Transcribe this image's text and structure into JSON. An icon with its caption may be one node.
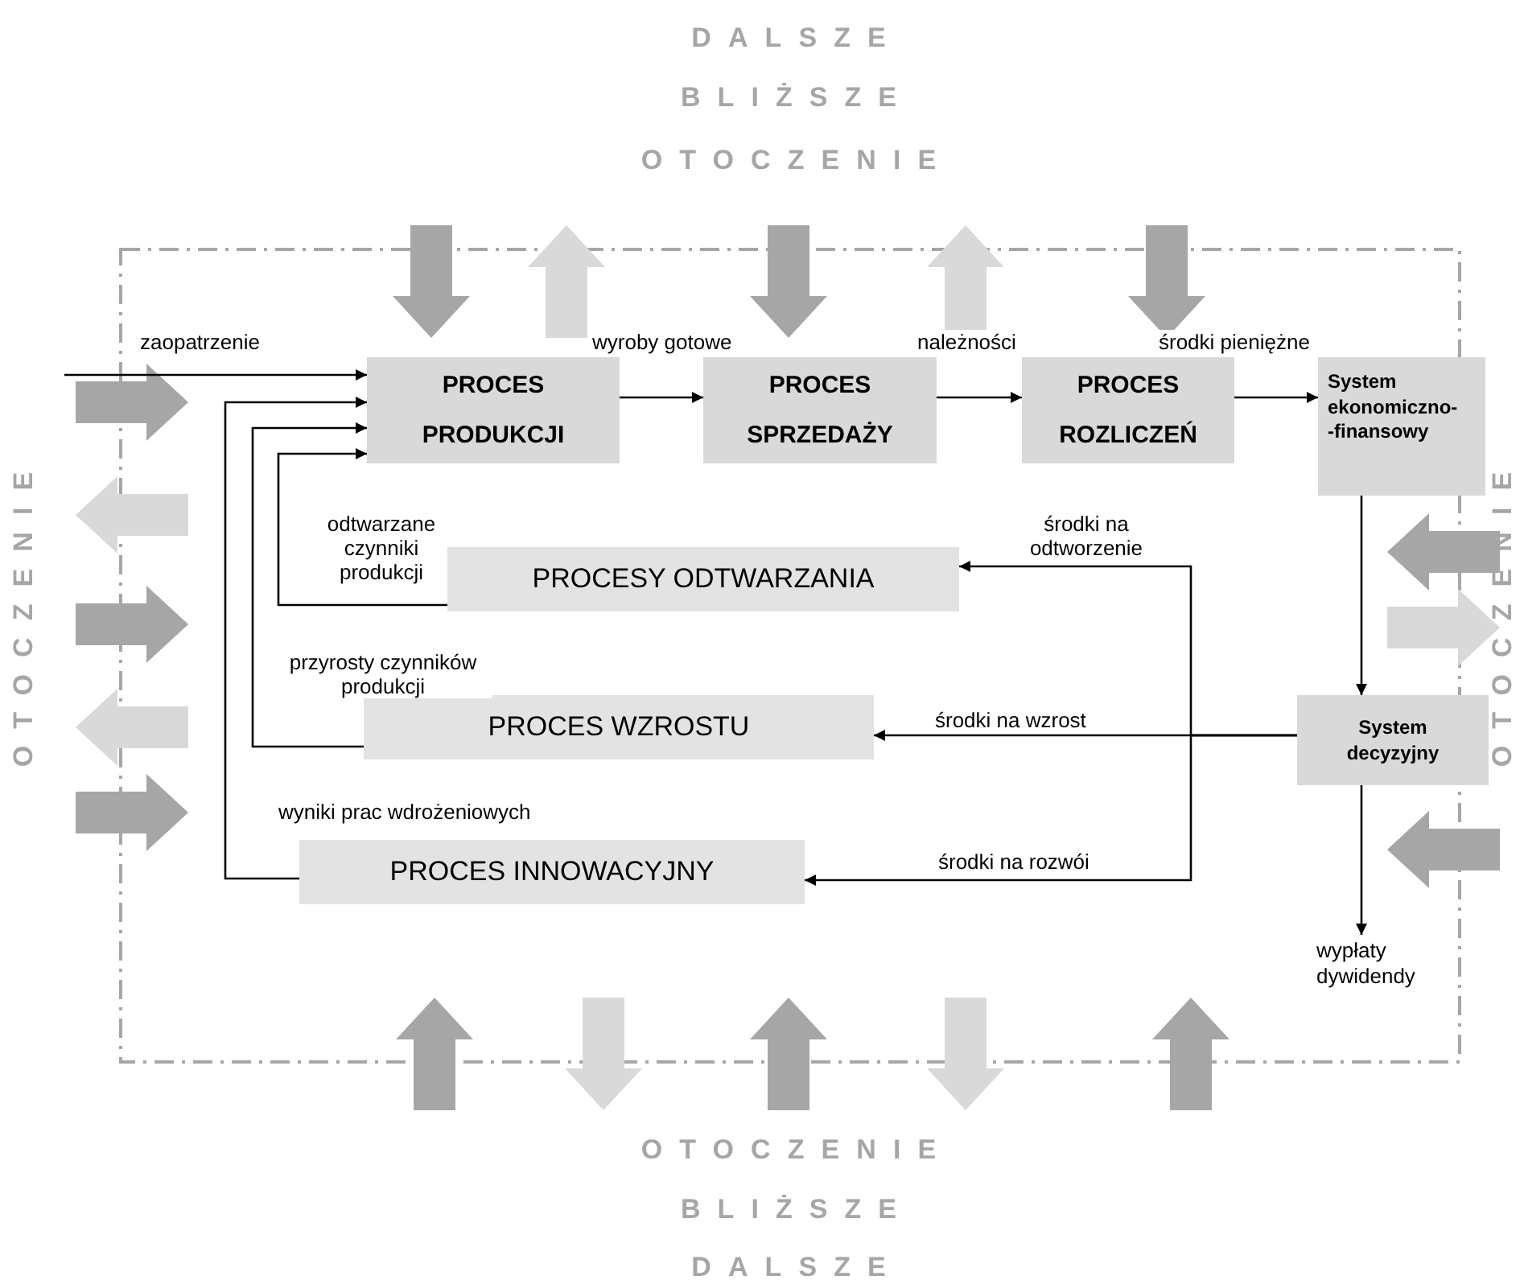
{
  "diagram": {
    "nodes": [
      {
        "text": [
          "PROCES PRODUKCJI"
        ]
      },
      {
        "text": [
          "PROCES SPRZEDAŻY"
        ]
      },
      {
        "text": [
          "PROCES ROZLICZEŃ"
        ]
      },
      {
        "text": [
          "System ekonomiczno- -finansowy"
        ]
      },
      {
        "text": [
          "PROCESY ODTWARZANIA"
        ]
      },
      {
        "text": [
          "PROCES WZROSTU"
        ]
      },
      {
        "text": [
          "System decyzyjny"
        ]
      },
      {
        "text": [
          "PROCES INNOWACYJNY"
        ]
      },
      {
        "text": [
          "wypłaty dywidendy"
        ]
      }
    ],
    "edges": [
      {
        "from": null,
        "to": 0,
        "arrow": "to",
        "label": "zaopatrzenie"
      },
      {
        "from": 0,
        "to": 1,
        "arrow": "to",
        "label": "wyroby gotowe"
      },
      {
        "from": 1,
        "to": 2,
        "arrow": "to",
        "label": "należności"
      },
      {
        "from": 2,
        "to": 3,
        "arrow": "to",
        "label": "środki pieniężne"
      },
      {
        "from": 3,
        "to": 6,
        "arrow": "to"
      },
      {
        "from": 6,
        "to": 8,
        "arrow": "to"
      },
      {
        "from": 6,
        "to": 4,
        "arrow": "to",
        "label": "środki na odtworzenie"
      },
      {
        "from": 6,
        "to": 5,
        "arrow": "to",
        "label": "środki na wzrost"
      },
      {
        "from": 6,
        "to": 7,
        "arrow": "to",
        "label": "środki na rozwói"
      },
      {
        "from": 4,
        "to": 0,
        "arrow": "to",
        "label": "odtwarzane czynniki produkcji"
      },
      {
        "from": 5,
        "to": 0,
        "arrow": "to",
        "label": "przyrosty czynników produkcji"
      },
      {
        "from": 7,
        "to": 0,
        "arrow": "to",
        "label": "wyniki prac wdrożeniowych"
      }
    ],
    "labels": [
      "DALSZE",
      "BLIŻSZE",
      "OTOCZENIE",
      "OTOCZENIE",
      "OTOCZENIE",
      "OTOCZENIE",
      "BLIŻSZE",
      "DALSZE"
    ]
  }
}
